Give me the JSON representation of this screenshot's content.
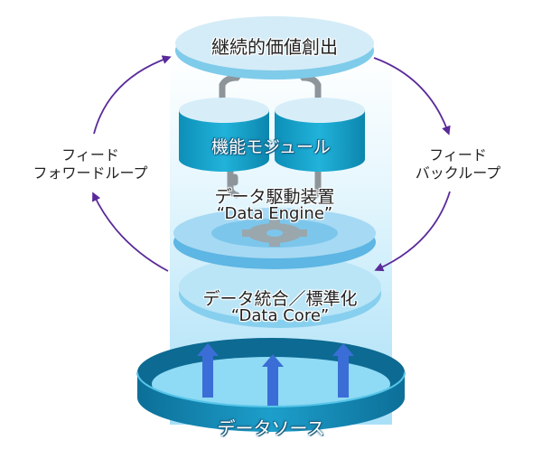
{
  "diagram": {
    "top_disc": {
      "label": "継続的価値創出"
    },
    "modules": {
      "label": "機能モジュール"
    },
    "engine": {
      "label_jp": "データ駆動装置",
      "label_en": "“Data Engine”"
    },
    "core": {
      "label_jp": "データ統合／標準化",
      "label_en": "“Data Core”"
    },
    "source": {
      "label": "データソース"
    },
    "left_loop": {
      "line1": "フィード",
      "line2": "フォワードループ"
    },
    "right_loop": {
      "line1": "フィード",
      "line2": "バックループ"
    },
    "colors": {
      "arrow": "#5a2a9a",
      "column": "#bfe9fb",
      "cylinder": "#1aa6cf",
      "disc_top": "#d4ecf7",
      "up_arrow": "#3a6ed6"
    }
  }
}
